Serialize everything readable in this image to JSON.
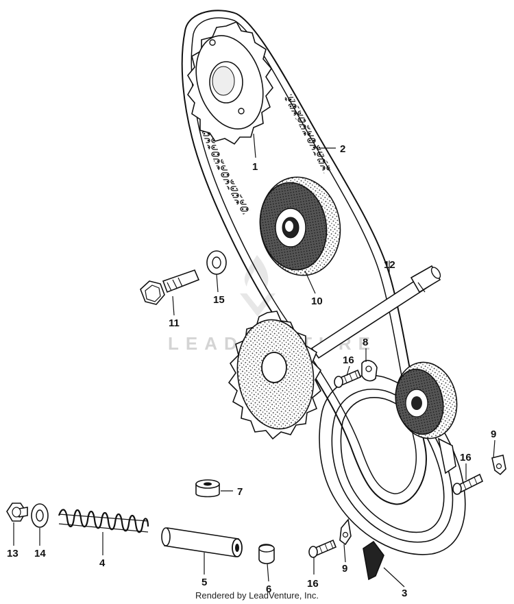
{
  "callouts": {
    "c1": "1",
    "c2": "2",
    "c3": "3",
    "c4": "4",
    "c5": "5",
    "c6": "6",
    "c7": "7",
    "c8": "8",
    "c9a": "9",
    "c9b": "9",
    "c10": "10",
    "c11": "11",
    "c12": "12",
    "c13": "13",
    "c14": "14",
    "c15": "15",
    "c16a": "16",
    "c16b": "16",
    "c16c": "16"
  },
  "watermark": "LEADVENTURE",
  "footer": "Rendered by LeadVenture, Inc.",
  "colors": {
    "ink": "#111111",
    "paper": "#ffffff",
    "watermark": "#d4d4d4"
  }
}
